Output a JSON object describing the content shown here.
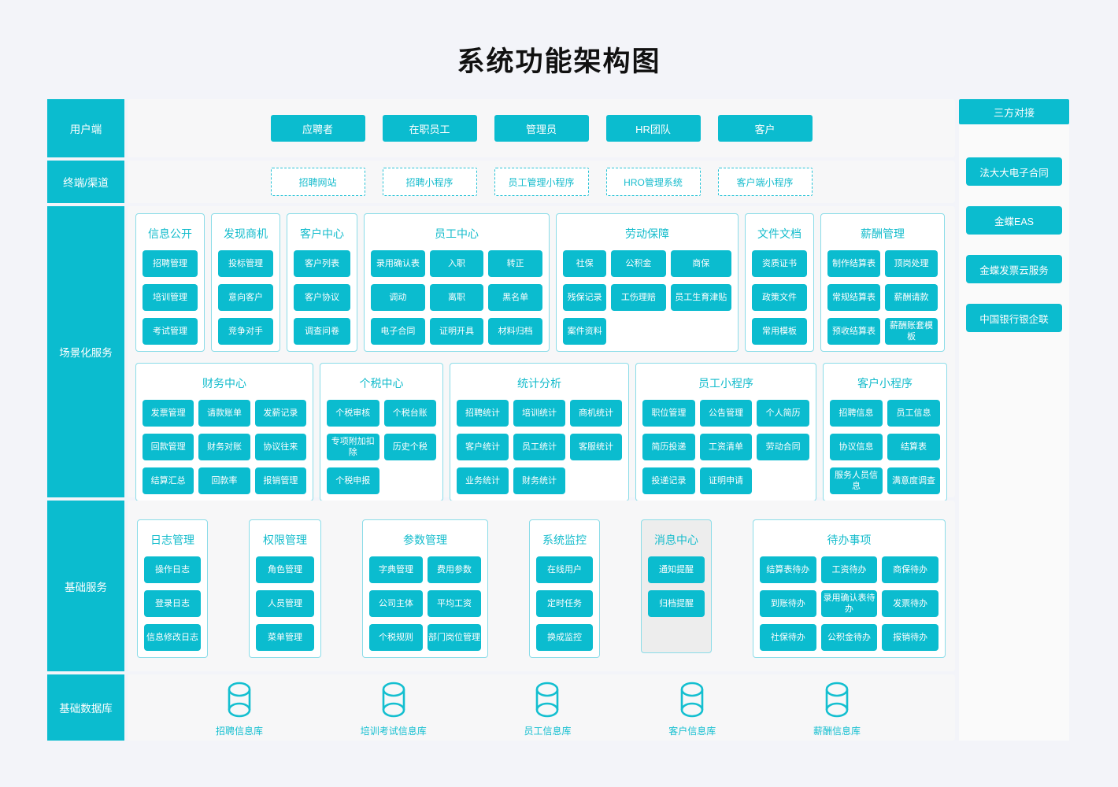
{
  "title": "系统功能架构图",
  "colors": {
    "teal": "#0bbccf",
    "group_border": "#8bdce8",
    "row_bg": "#f7f7f8",
    "page_bg": "#f3f4f9",
    "right_panel_bg": "#fafafa",
    "message_center_bg": "#ededed"
  },
  "sidebar": {
    "rows": [
      {
        "label": "用户端"
      },
      {
        "label": "终端/渠道"
      },
      {
        "label": "场景化服务"
      },
      {
        "label": "基础服务"
      },
      {
        "label": "基础数据库"
      }
    ]
  },
  "users": {
    "items": [
      "应聘者",
      "在职员工",
      "管理员",
      "HR团队",
      "客户"
    ]
  },
  "channels": {
    "items": [
      "招聘网站",
      "招聘小程序",
      "员工管理小程序",
      "HRO管理系统",
      "客户端小程序"
    ]
  },
  "scenario": {
    "row1": [
      {
        "title": "信息公开",
        "items": [
          "招聘管理",
          "培训管理",
          "考试管理"
        ]
      },
      {
        "title": "发现商机",
        "items": [
          "投标管理",
          "意向客户",
          "竞争对手"
        ]
      },
      {
        "title": "客户中心",
        "items": [
          "客户列表",
          "客户协议",
          "调查问卷"
        ]
      },
      {
        "title": "员工中心",
        "items": [
          "录用确认表",
          "入职",
          "转正",
          "调动",
          "离职",
          "黑名单",
          "电子合同",
          "证明开具",
          "材料归档"
        ]
      },
      {
        "title": "劳动保障",
        "items": [
          "社保",
          "公积金",
          "商保",
          "残保记录",
          "工伤理赔",
          "员工生育津贴",
          "案件资料"
        ]
      },
      {
        "title": "文件文档",
        "items": [
          "资质证书",
          "政策文件",
          "常用模板"
        ]
      },
      {
        "title": "薪酬管理",
        "items": [
          "制作结算表",
          "顶岗处理",
          "常规结算表",
          "薪酬请款",
          "预收结算表",
          "薪酬账套模板"
        ]
      }
    ],
    "row2": [
      {
        "title": "财务中心",
        "items": [
          "发票管理",
          "请款账单",
          "发薪记录",
          "回款管理",
          "财务对账",
          "协议往来",
          "结算汇总",
          "回款率",
          "报销管理"
        ]
      },
      {
        "title": "个税中心",
        "items": [
          "个税审核",
          "个税台账",
          "专项附加扣除",
          "历史个税",
          "个税申报"
        ]
      },
      {
        "title": "统计分析",
        "items": [
          "招聘统计",
          "培训统计",
          "商机统计",
          "客户统计",
          "员工统计",
          "客服统计",
          "业务统计",
          "财务统计"
        ]
      },
      {
        "title": "员工小程序",
        "items": [
          "职位管理",
          "公告管理",
          "个人简历",
          "简历投递",
          "工资清单",
          "劳动合同",
          "投递记录",
          "证明申请"
        ]
      },
      {
        "title": "客户小程序",
        "items": [
          "招聘信息",
          "员工信息",
          "协议信息",
          "结算表",
          "服务人员信息",
          "满意度调查"
        ]
      }
    ]
  },
  "base_services": [
    {
      "title": "日志管理",
      "items": [
        "操作日志",
        "登录日志",
        "信息修改日志"
      ]
    },
    {
      "title": "权限管理",
      "items": [
        "角色管理",
        "人员管理",
        "菜单管理"
      ]
    },
    {
      "title": "参数管理",
      "items": [
        "字典管理",
        "费用参数",
        "公司主体",
        "平均工资",
        "个税规则",
        "部门岗位管理"
      ]
    },
    {
      "title": "系统监控",
      "items": [
        "在线用户",
        "定时任务",
        "换成监控"
      ]
    },
    {
      "title": "消息中心",
      "items": [
        "通知提醒",
        "归档提醒"
      ]
    },
    {
      "title": "待办事项",
      "items": [
        "结算表待办",
        "工资待办",
        "商保待办",
        "到账待办",
        "录用确认表待办",
        "发票待办",
        "社保待办",
        "公积金待办",
        "报销待办"
      ]
    }
  ],
  "databases": {
    "items": [
      "招聘信息库",
      "培训考试信息库",
      "员工信息库",
      "客户信息库",
      "薪酬信息库"
    ]
  },
  "right_panel": {
    "header": "三方对接",
    "items": [
      "法大大电子合同",
      "金蝶EAS",
      "金蝶发票云服务",
      "中国银行银企联"
    ]
  }
}
